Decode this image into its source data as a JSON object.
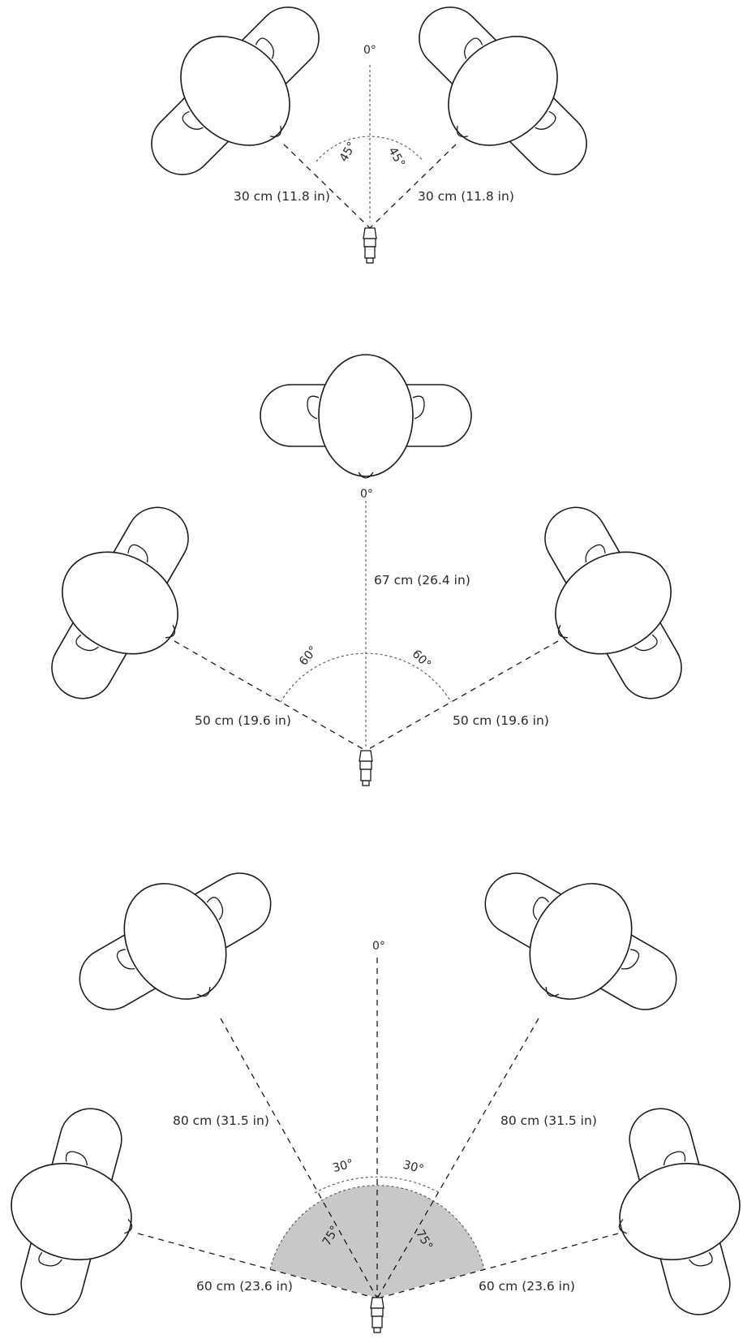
{
  "diagrams": [
    {
      "zero_label": "0°",
      "angle_left": "45°",
      "angle_right": "45°",
      "dist_left": "30 cm (11.8 in)",
      "dist_right": "30 cm (11.8 in)"
    },
    {
      "zero_label": "0°",
      "center_dist": "67 cm (26.4 in)",
      "angle_left": "60°",
      "angle_right": "60°",
      "dist_left": "50 cm (19.6 in)",
      "dist_right": "50 cm (19.6 in)"
    },
    {
      "zero_label": "0°",
      "angle_outer_left": "30°",
      "angle_outer_right": "30°",
      "angle_inner_left": "75°",
      "angle_inner_right": "75°",
      "dist_upper_left": "80 cm (31.5 in)",
      "dist_upper_right": "80 cm (31.5 in)",
      "dist_lower_left": "60 cm (23.6 in)",
      "dist_lower_right": "60 cm (23.6 in)",
      "shaded_color": "#c8c8c8"
    }
  ]
}
